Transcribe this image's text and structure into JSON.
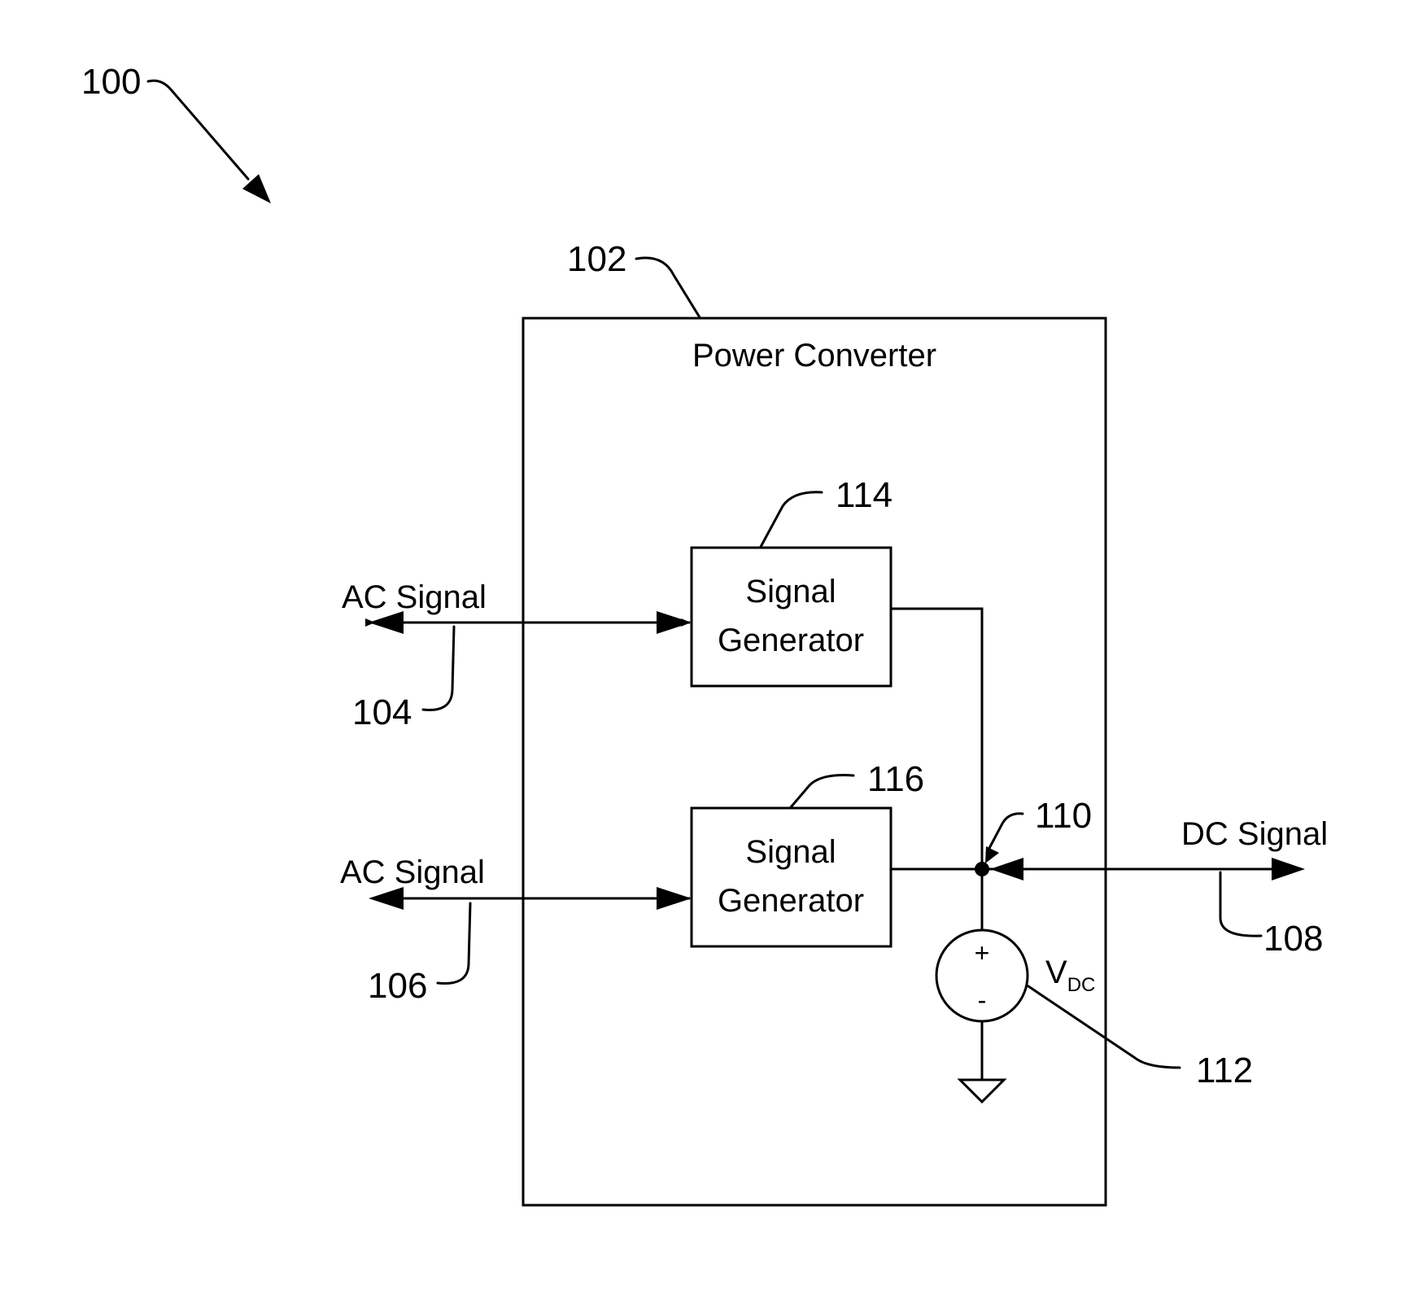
{
  "figure": {
    "ref_system": "100",
    "converter": {
      "ref": "102",
      "title": "Power Converter"
    },
    "generators": [
      {
        "ref": "114",
        "line1": "Signal",
        "line2": "Generator"
      },
      {
        "ref": "116",
        "line1": "Signal",
        "line2": "Generator"
      }
    ],
    "inputs": [
      {
        "ref": "104",
        "label": "AC Signal"
      },
      {
        "ref": "106",
        "label": "AC Signal"
      }
    ],
    "output": {
      "ref": "108",
      "label": "DC Signal"
    },
    "node": {
      "ref": "110"
    },
    "source": {
      "ref": "112",
      "label": "V",
      "subscript": "DC",
      "plus": "+",
      "minus": "-"
    }
  }
}
